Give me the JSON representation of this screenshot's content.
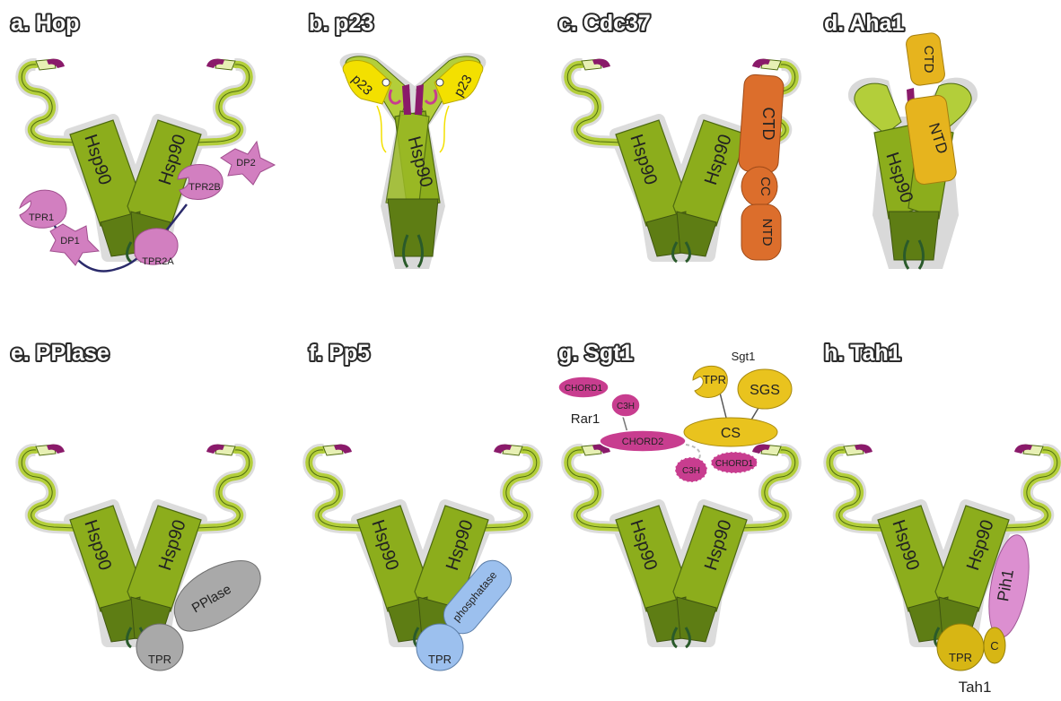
{
  "colors": {
    "hsp90": "#8cad1c",
    "hsp90_light": "#b3ce3a",
    "hsp90_dark": "#5e7d14",
    "lid": "#8a1a6a",
    "hop": "#d27fc0",
    "p23": "#f3e000",
    "cdc37": "#dc6e2c",
    "aha1": "#e6b41e",
    "pplase": "#a9a9a9",
    "phosphatase": "#9cc0ee",
    "sgt1": "#e9c31e",
    "chord": "#c83d8f",
    "tah1": "#d7b614",
    "pih1": "#dc8fd0"
  },
  "panels": [
    {
      "key": "a",
      "title": "a. Hop",
      "cochaperone_labels": [
        "TPR1",
        "DP1",
        "TPR2A",
        "TPR2B",
        "DP2"
      ]
    },
    {
      "key": "b",
      "title": "b. p23",
      "cochaperone_labels": [
        "p23",
        "p23"
      ]
    },
    {
      "key": "c",
      "title": "c. Cdc37",
      "cochaperone_labels": [
        "CTD",
        "CC",
        "NTD"
      ]
    },
    {
      "key": "d",
      "title": "d. Aha1",
      "cochaperone_labels": [
        "CTD",
        "NTD"
      ]
    },
    {
      "key": "e",
      "title": "e. PPlase",
      "cochaperone_labels": [
        "PPlase",
        "TPR"
      ]
    },
    {
      "key": "f",
      "title": "f. Pp5",
      "cochaperone_labels": [
        "phosphatase",
        "TPR"
      ]
    },
    {
      "key": "g",
      "title": "g. Sgt1",
      "cochaperone_labels": [
        "Sgt1",
        "TPR",
        "SGS",
        "CHORD1",
        "C3H",
        "Rar1",
        "CHORD2",
        "CS",
        "C3H",
        "CHORD1"
      ]
    },
    {
      "key": "h",
      "title": "h. Tah1",
      "cochaperone_labels": [
        "Pih1",
        "TPR",
        "C",
        "Tah1"
      ]
    }
  ],
  "hsp90_label": "Hsp90"
}
